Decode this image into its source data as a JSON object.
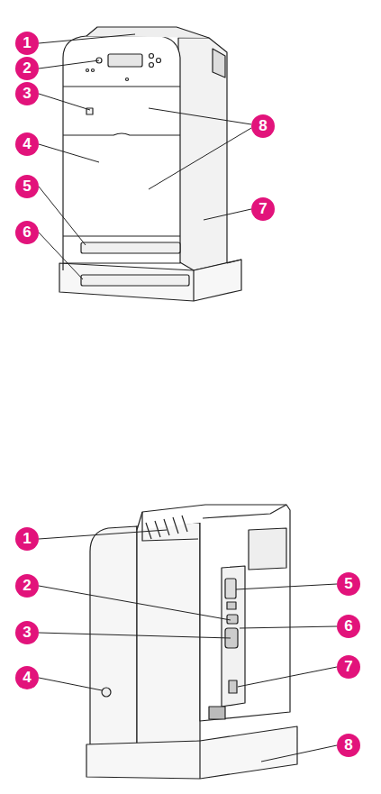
{
  "diagram": {
    "labels": [
      "1",
      "2",
      "3",
      "4",
      "5",
      "6",
      "8",
      "7",
      "1",
      "2",
      "3",
      "4",
      "5",
      "6",
      "7",
      "8"
    ]
  }
}
